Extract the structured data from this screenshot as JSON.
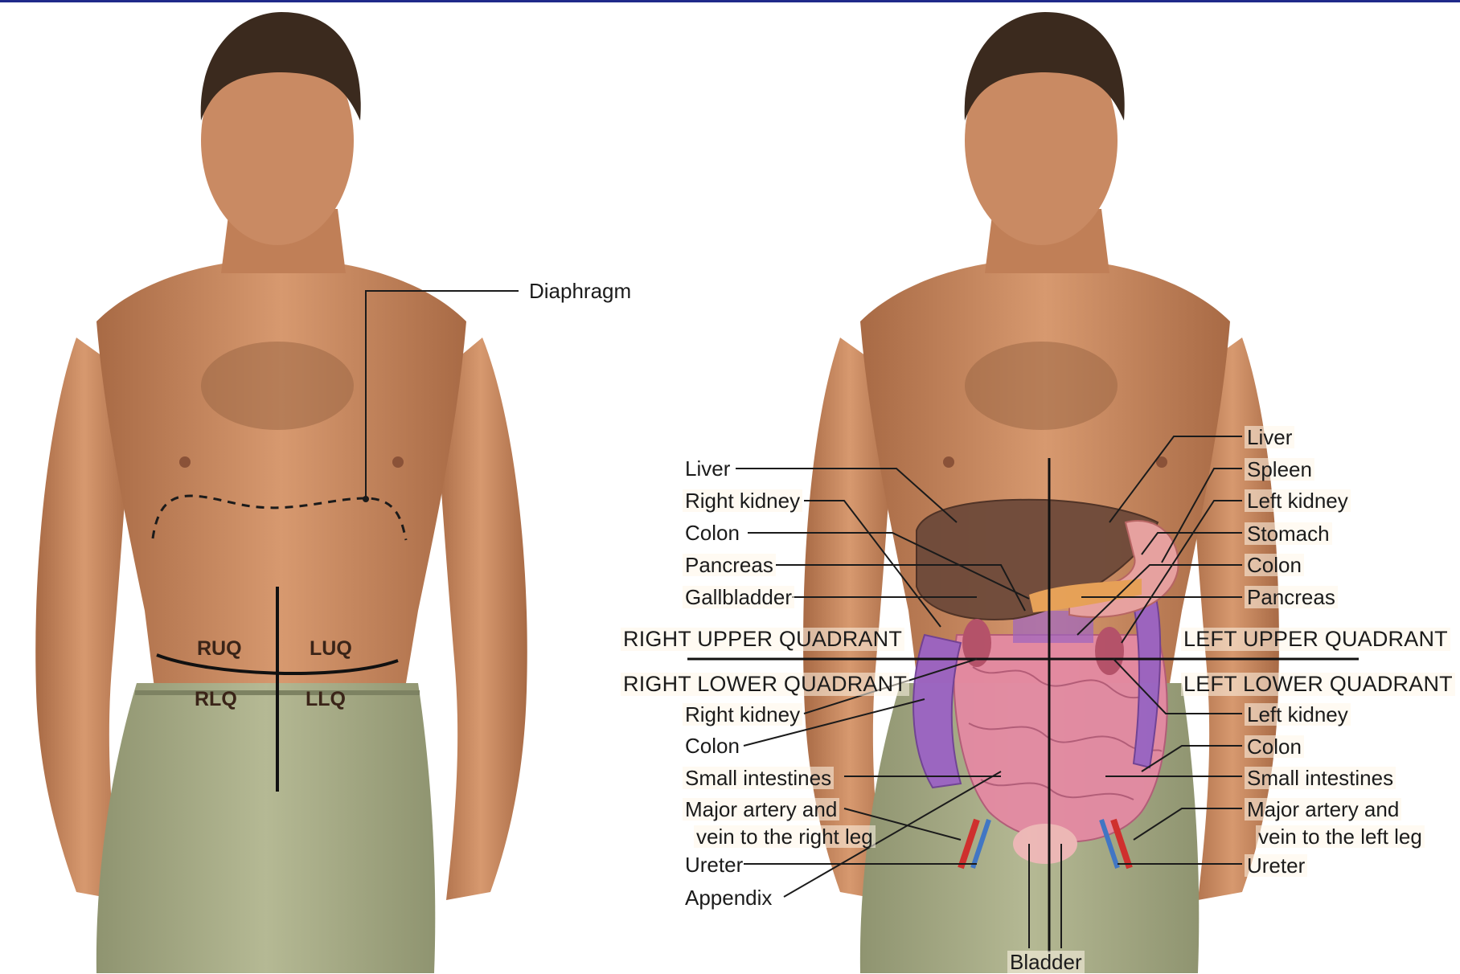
{
  "left_figure": {
    "diaphragm_label": "Diaphragm",
    "quadrant_abbr": [
      "RUQ",
      "LUQ",
      "RLQ",
      "LLQ"
    ]
  },
  "right_figure": {
    "left_side_labels": [
      "Liver",
      "Right kidney",
      "Colon",
      "Pancreas",
      "Gallbladder"
    ],
    "right_side_labels": [
      "Liver",
      "Spleen",
      "Left kidney",
      "Stomach",
      "Colon",
      "Pancreas"
    ],
    "quadrants": {
      "right_upper": "RIGHT UPPER QUADRANT",
      "left_upper": "LEFT UPPER QUADRANT",
      "right_lower": "RIGHT LOWER QUADRANT",
      "left_lower": "LEFT LOWER QUADRANT"
    },
    "lower_left_labels": [
      "Right kidney",
      "Colon",
      "Small intestines",
      "Major artery and",
      "vein to the right leg",
      "Ureter",
      "Appendix"
    ],
    "lower_right_labels": [
      "Left kidney",
      "Colon",
      "Small intestines",
      "Major artery and",
      "vein to the left leg",
      "Ureter"
    ],
    "bottom_label": "Bladder"
  },
  "colors": {
    "skin": "#c98a63",
    "skin_dark": "#a86a45",
    "hair": "#3b2a1e",
    "shorts": "#a9ad8a",
    "liver": "#6e4a3a",
    "intestine": "#e48aa3",
    "colon": "#9b63c4",
    "kidney": "#b4506a",
    "artery": "#d22a2a",
    "vein": "#3c74c8",
    "border": "#1f2a8a"
  }
}
